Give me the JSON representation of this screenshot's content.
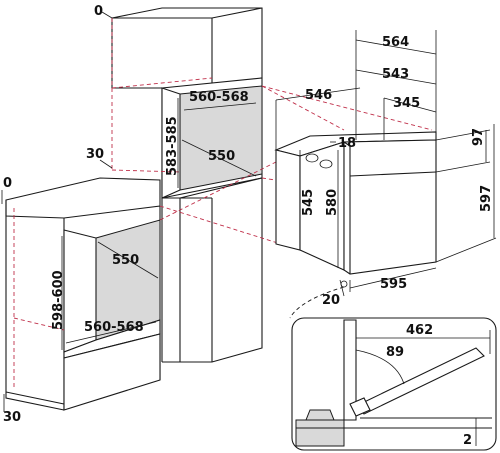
{
  "figure": {
    "upper_cabinet": {
      "top_offset": "0",
      "side_offset": "30",
      "niche_width": "560-568",
      "niche_depth": "550",
      "niche_height": "583-585"
    },
    "lower_cabinet": {
      "top_offset": "0",
      "bottom_offset": "30",
      "niche_depth": "550",
      "niche_width": "560-568",
      "niche_height": "598-600"
    },
    "oven": {
      "overall_depth": "564",
      "body_depth": "543",
      "depth_546": "546",
      "depth_345": "345",
      "panel_18": "18",
      "height_97": "97",
      "height_545": "545",
      "height_580": "580",
      "overall_height": "597",
      "width": "595",
      "offset_20": "20"
    },
    "detail": {
      "door_length": "462",
      "door_angle": "89",
      "gap": "2"
    }
  },
  "colors": {
    "line": "#1a1a1a",
    "hidden_line": "#c0304a",
    "shade": "#d9d9d9"
  }
}
